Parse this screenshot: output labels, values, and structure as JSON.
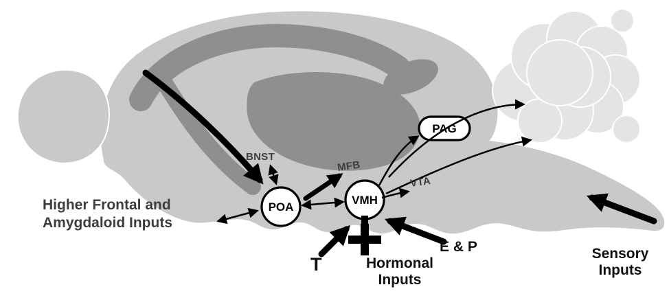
{
  "figure": {
    "type": "rat-brain-sagittal-pathway-diagram",
    "regions": {
      "bnst": "BNST",
      "mfb": "MFB",
      "vta": "VTA",
      "poa": "POA",
      "vmh": "VMH",
      "pag": "PAG"
    },
    "labels": {
      "frontal_line1": "Higher Frontal and",
      "frontal_line2": "Amygdaloid Inputs",
      "t_input": "T",
      "hormonal_line1": "Hormonal",
      "hormonal_line2": "Inputs",
      "ep_input": "E & P",
      "sensory_line1": "Sensory",
      "sensory_line2": "Inputs"
    },
    "colors": {
      "background": "#ffffff",
      "brain_fill": "#c9c9c9",
      "inner_fill": "#8f8f8f",
      "cerebellum_fill": "#e4e4e4",
      "node_fill": "#ffffff",
      "line": "#000000",
      "label_dark": "#111111",
      "label_gray": "#3d3d3d"
    }
  }
}
